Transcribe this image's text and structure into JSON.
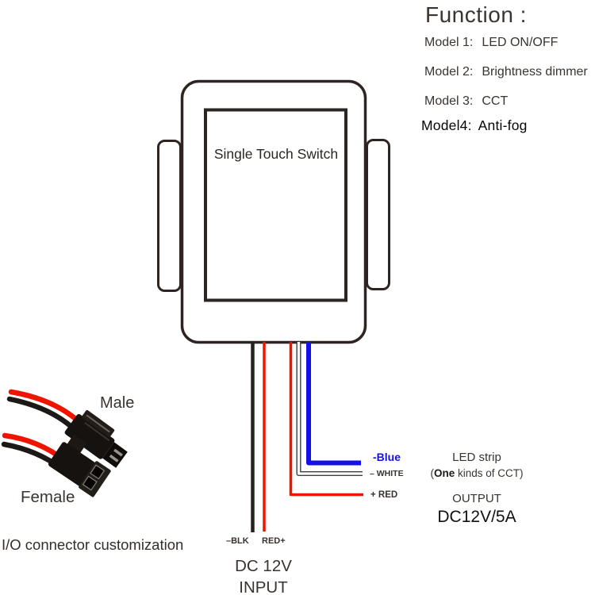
{
  "colors": {
    "outline": "#2e2522",
    "wire_red": "#ee1400",
    "wire_blue": "#1410e8",
    "wire_black": "#262120",
    "wire_white_outline": "#3f3f3f",
    "text_primary": "#3a3330",
    "text_blue": "#1412dc"
  },
  "function_panel": {
    "title": "Function :",
    "models": [
      {
        "label": "Model 1:",
        "value": "LED ON/OFF"
      },
      {
        "label": "Model 2:",
        "value": "Brightness dimmer"
      },
      {
        "label": "Model 3:",
        "value": "CCT"
      },
      {
        "label": "Model4:",
        "value": "Anti-fog"
      }
    ]
  },
  "device": {
    "label": "Single Touch Switch"
  },
  "output_wires": {
    "blue_label": "-Blue",
    "white_label": "– WHITE",
    "red_label": "+ RED"
  },
  "led_strip": {
    "title": "LED strip",
    "subtitle_open": "(",
    "subtitle_bold": "One",
    "subtitle_rest": " kinds of CCT)",
    "output_label": "OUTPUT",
    "spec": "DC12V/5A"
  },
  "input_wires": {
    "black_label": "–BLK",
    "red_label": "RED+"
  },
  "dc_input": {
    "line1": "DC 12V",
    "line2": "INPUT"
  },
  "io_connector": {
    "male": "Male",
    "female": "Female",
    "caption": "I/O connector customization"
  }
}
